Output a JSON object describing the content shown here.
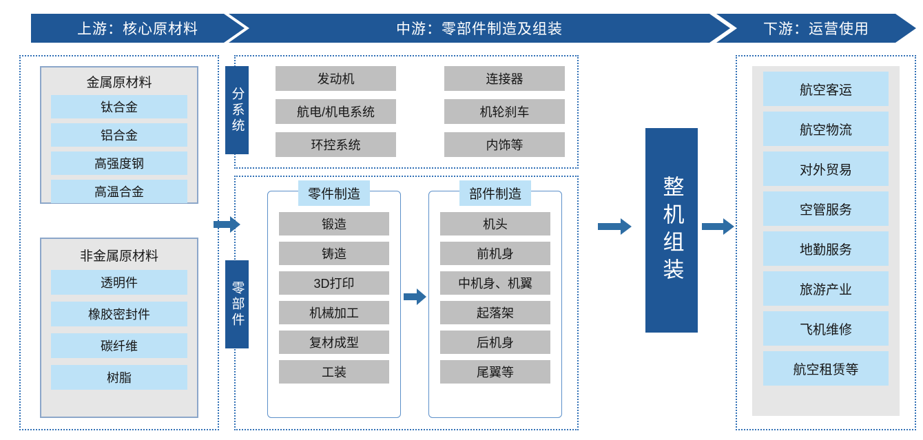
{
  "banners": {
    "upstream": "上游：核心原材料",
    "midstream": "中游：零部件制造及组装",
    "downstream": "下游：运营使用"
  },
  "upstream": {
    "metal": {
      "title": "金属原材料",
      "items": [
        "钛合金",
        "铝合金",
        "高强度钢",
        "高温合金"
      ]
    },
    "nonmetal": {
      "title": "非金属原材料",
      "items": [
        "透明件",
        "橡胶密封件",
        "碳纤维",
        "树脂"
      ]
    }
  },
  "midstream": {
    "subsystem": {
      "label": "分系统",
      "column_left": [
        "发动机",
        "航电/机电系统",
        "环控系统"
      ],
      "column_right": [
        "连接器",
        "机轮刹车",
        "内饰等"
      ]
    },
    "components": {
      "label": "零部件",
      "parts": {
        "title": "零件制造",
        "items": [
          "锻造",
          "铸造",
          "3D打印",
          "机械加工",
          "复材成型",
          "工装"
        ]
      },
      "assemblies": {
        "title": "部件制造",
        "items": [
          "机头",
          "前机身",
          "中机身、机翼",
          "起落架",
          "后机身",
          "尾翼等"
        ]
      }
    },
    "assembly": "整机组装"
  },
  "downstream": {
    "items": [
      "航空客运",
      "航空物流",
      "对外贸易",
      "空管服务",
      "地勤服务",
      "旅游产业",
      "飞机维修",
      "航空租赁等"
    ]
  },
  "colors": {
    "banner_blue": "#1f5796",
    "chip_blue": "#bde2f7",
    "chip_gray": "#bfbfbf",
    "panel_gray": "#e6e6e6",
    "arrow_blue": "#2e6da4",
    "dotted_border": "#2f6fb5"
  }
}
